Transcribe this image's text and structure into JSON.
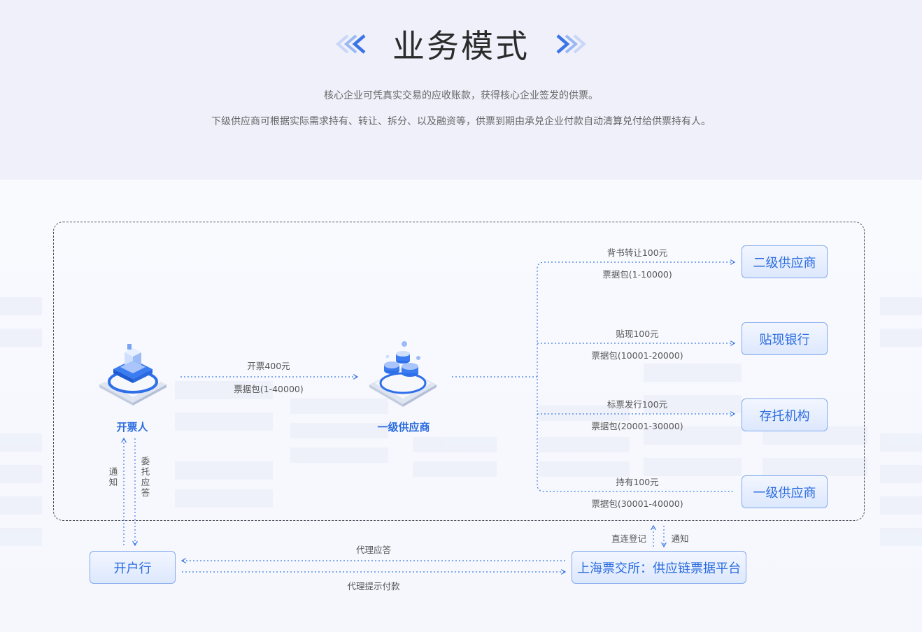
{
  "header": {
    "title": "业务模式",
    "line1": "核心企业可凭真实交易的应收账款，获得核心企业签发的供票。",
    "line2": "下级供应商可根据实际需求持有、转让、拆分、以及融资等，供票到期由承兑企业付款自动清算兑付给供票持有人。",
    "left_icon": "double-chevron-left-icon",
    "right_icon": "double-chevron-right-icon"
  },
  "nodes": {
    "issuer": "开票人",
    "supplier": "一级供应商"
  },
  "boxes": {
    "second_supplier": "二级供应商",
    "discount_bank": "贴现银行",
    "custody": "存托机构",
    "first_supplier": "一级供应商",
    "opening_bank": "开户行",
    "platform": "上海票交所：供应链票据平台"
  },
  "flows": {
    "issue_top": "开票400元",
    "issue_bottom": "票据包(1-40000)",
    "endorse_top": "背书转让100元",
    "endorse_bottom": "票据包(1-10000)",
    "discount_top": "贴现100元",
    "discount_bottom": "票据包(10001-20000)",
    "bid_top": "标票发行100元",
    "bid_bottom": "票据包(20001-30000)",
    "hold_top": "持有100元",
    "hold_bottom": "票据包(30001-40000)",
    "notify_left": "通知",
    "entrust": "委托应答",
    "agent_reply": "代理应答",
    "agent_pay": "代理提示付款",
    "direct_register": "直连登记",
    "notify_right": "通知"
  },
  "colors": {
    "accent": "#2a6bdf",
    "line": "#3f7be6",
    "box_border": "#82a9ee",
    "frame": "#4a4f5a"
  }
}
